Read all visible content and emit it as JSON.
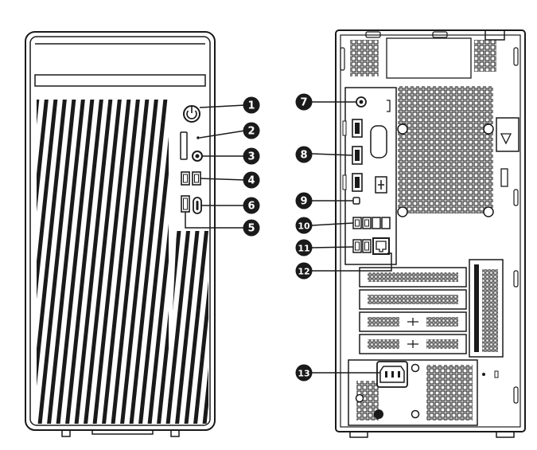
{
  "callouts": [
    {
      "id": "1",
      "label": "1"
    },
    {
      "id": "2",
      "label": "2"
    },
    {
      "id": "3",
      "label": "3"
    },
    {
      "id": "4",
      "label": "4"
    },
    {
      "id": "5",
      "label": "5"
    },
    {
      "id": "6",
      "label": "6"
    },
    {
      "id": "7",
      "label": "7"
    },
    {
      "id": "8",
      "label": "8"
    },
    {
      "id": "9",
      "label": "9"
    },
    {
      "id": "10",
      "label": "10"
    },
    {
      "id": "11",
      "label": "11"
    },
    {
      "id": "12",
      "label": "12"
    },
    {
      "id": "13",
      "label": "13"
    }
  ],
  "colors": {
    "line": "#1a1a1a",
    "callout_fill": "#1a1a1a",
    "callout_text": "#ffffff",
    "background": "#ffffff"
  }
}
